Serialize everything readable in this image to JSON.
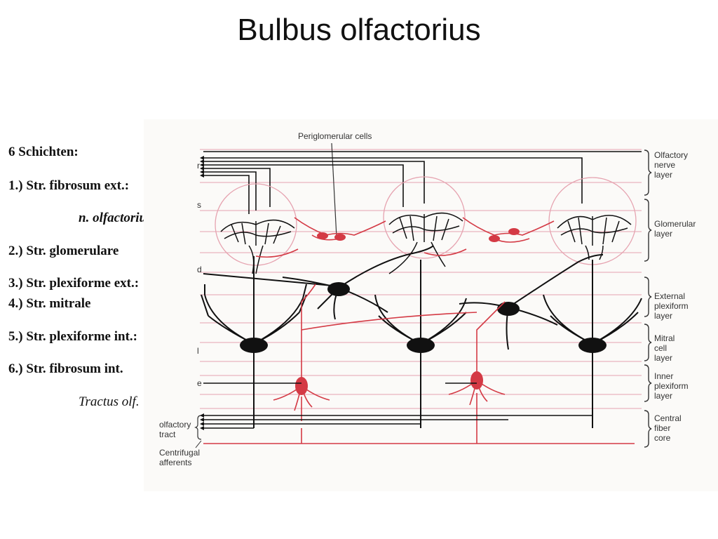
{
  "title": "Bulbus olfactorius",
  "legend": {
    "heading": "6 Schichten:",
    "items": [
      "1.) Str. fibrosum ext.:",
      "n. olfactorius",
      "2.) Str. glomerulare",
      "3.) Str. plexiforme ext.:",
      "4.) Str. mitrale",
      "5.) Str. plexiforme int.:",
      "6.) Str. fibrosum int.",
      "Tractus olf."
    ]
  },
  "figure": {
    "top_label": "Periglomerular cells",
    "layers": [
      {
        "line1": "Olfactory",
        "line2": "nerve",
        "line3": "layer"
      },
      {
        "line1": "Glomerular",
        "line2": "layer",
        "line3": ""
      },
      {
        "line1": "External",
        "line2": "plexiform",
        "line3": "layer"
      },
      {
        "line1": "Mitral",
        "line2": "cell",
        "line3": "layer"
      },
      {
        "line1": "Inner",
        "line2": "plexiform",
        "line3": "layer"
      },
      {
        "line1": "Central",
        "line2": "fiber",
        "line3": "core"
      }
    ],
    "left_letters": [
      "r",
      "s",
      "d",
      "l",
      "e"
    ],
    "bottom_left": {
      "tract_1": "olfactory",
      "tract_2": "tract",
      "aff_1": "Centrifugal",
      "aff_2": "afferents"
    }
  },
  "colors": {
    "neuron": "#111111",
    "red_neuron": "#d43a45",
    "grid_line": "#e6a3b0"
  }
}
